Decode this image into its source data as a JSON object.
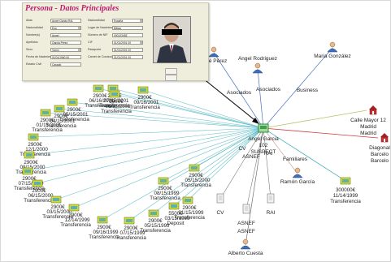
{
  "form": {
    "title": "Persona - Datos Principales",
    "rows": [
      {
        "label": "Alias",
        "value": "Angel Garcia RAI"
      },
      {
        "label": "Nacionalidad",
        "value": "Esp"
      },
      {
        "label": "Nombre(s)",
        "value": "Angel"
      },
      {
        "label": "Apellidos",
        "value": "Garcia Pérez"
      },
      {
        "label": "Sexo",
        "value": "Varón"
      },
      {
        "label": "Fecha de Nacimiento",
        "value": "01/01/1960 00"
      },
      {
        "label": "Estado Civil",
        "value": "Casado"
      },
      {
        "label": "Nacionalidad",
        "value": "España"
      },
      {
        "label": "Lugar de Nacimiento",
        "value": "Bilbao"
      },
      {
        "label": "Número de NIF",
        "value": "00012345Z"
      },
      {
        "label": "CIF",
        "value": "01/01/2001 00"
      },
      {
        "label": "Pasaporte",
        "value": "01/01/2001 00"
      },
      {
        "label": "Carnet de Conducir",
        "value": "01/01/2001 00"
      }
    ]
  },
  "center": {
    "name": "Angel Garcia",
    "id": "102",
    "status": "SUSPECT"
  },
  "persons": [
    {
      "name": "José Pérez"
    },
    {
      "name": "Angel Rodriguez"
    },
    {
      "name": "Maria González"
    },
    {
      "name": "Ramón García"
    },
    {
      "name": "Alberto Cuesta"
    }
  ],
  "relations": [
    "Asociados",
    "Asociados",
    "Business",
    "Familiares",
    "CV",
    "ASNEF",
    "RAI"
  ],
  "places": [
    {
      "line1": "Calle Mayor 12",
      "line2": "Madrid",
      "line3": "Madrid"
    },
    {
      "line1": "Diagonal",
      "line2": "Barcelo",
      "line3": "Barcelo"
    }
  ],
  "records": [
    {
      "name": "CV"
    },
    {
      "name": "ASNEF"
    },
    {
      "name": "RAI"
    },
    {
      "name": "ASNEF"
    }
  ],
  "big_transfer": {
    "amount": "300000€",
    "date": "11/14/1999",
    "type": "Transferencia"
  },
  "transfers": [
    {
      "amount": "2900€",
      "date": "06/16/2001",
      "type": "Transferencia"
    },
    {
      "amount": "2900€",
      "date": "07/15/2001",
      "type": "Transferencia"
    },
    {
      "amount": "2900€",
      "date": "09/16/2001",
      "type": "Transferencia"
    },
    {
      "amount": "2900€",
      "date": "05/15/2001",
      "type": "Transferencia"
    },
    {
      "amount": "2900€",
      "date": "04/15/2001",
      "type": "Transferencia"
    },
    {
      "amount": "2900€",
      "date": "01/15/2001",
      "type": "Transferencia"
    },
    {
      "amount": "2900€",
      "date": "12/1/2000",
      "type": "Transferencia"
    },
    {
      "amount": "2900€",
      "date": "09/15/2000",
      "type": "Transferencia"
    },
    {
      "amount": "2900€",
      "date": "07/15/2000",
      "type": "Transferencia"
    },
    {
      "amount": "2900€",
      "date": "06/15/2000",
      "type": "Transferencia"
    },
    {
      "amount": "2900€",
      "date": "03/15/2000",
      "type": "Transferencia"
    },
    {
      "amount": "2900€",
      "date": "12/14/1999",
      "type": "Transferencia"
    },
    {
      "amount": "2900€",
      "date": "09/16/1999",
      "type": "Transferencia"
    },
    {
      "amount": "2900€",
      "date": "07/15/1999",
      "type": "Transferencia"
    },
    {
      "amount": "2900€",
      "date": "05/15/1999",
      "type": "Transferencia"
    },
    {
      "amount": "5500€",
      "date": "03/15/1999",
      "type": "Deposit"
    },
    {
      "amount": "2900€",
      "date": "01/15/1999",
      "type": "Transferencia"
    },
    {
      "amount": "2900€",
      "date": "08/15/1999",
      "type": "Transferencia"
    },
    {
      "amount": "2900€",
      "date": "05/15/2000",
      "type": "Transferencia"
    },
    {
      "amount": "2900€",
      "date": "06/15/2001",
      "type": "Transferencia"
    }
  ]
}
